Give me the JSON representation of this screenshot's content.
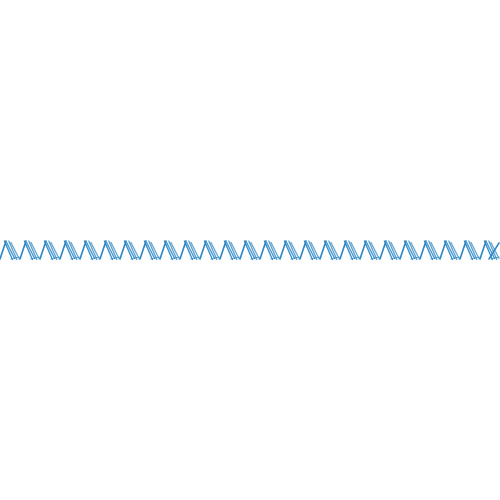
{
  "canvas": {
    "background": "#ffffff"
  },
  "pattern": {
    "kind": "zigzag-hatch-line",
    "stroke_color": "#2a86c4",
    "repeat_count": 25,
    "hatch_lines_per_peak": 4
  }
}
